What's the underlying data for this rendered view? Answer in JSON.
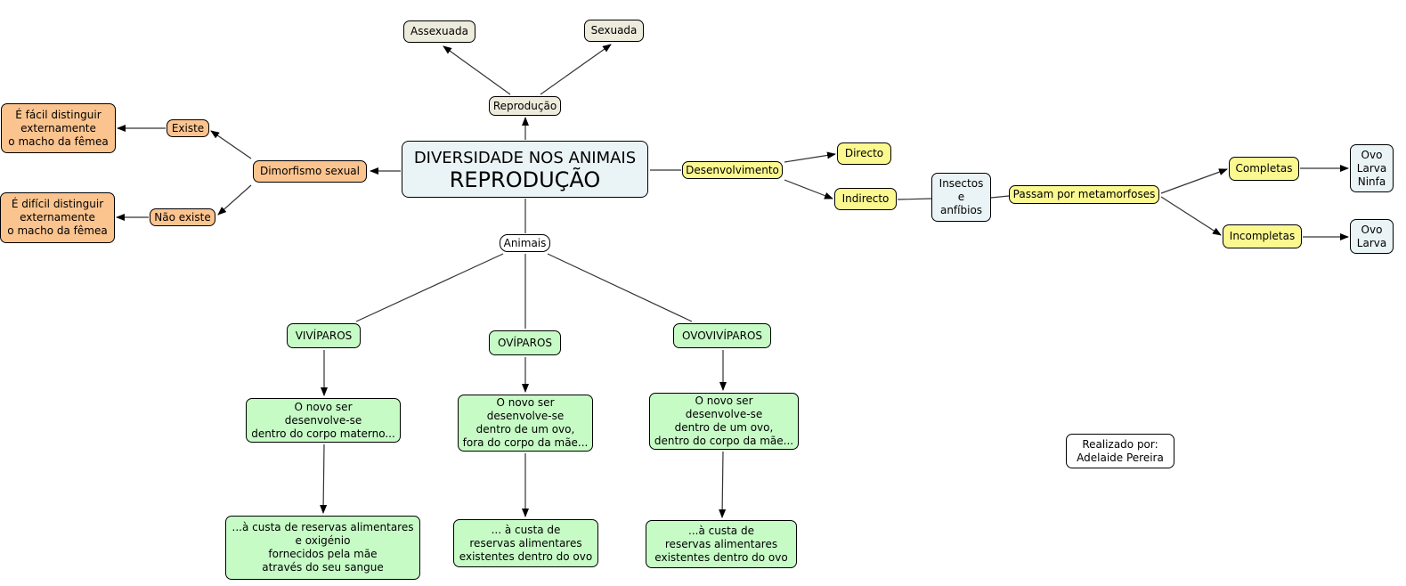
{
  "central": {
    "line1": "DIVERSIDADE NOS ANIMAIS",
    "line2": "REPRODUÇÃO"
  },
  "nodes": {
    "reproducao": "Reprodução",
    "assexuada": "Assexuada",
    "sexuada": "Sexuada",
    "dimorfismo": "Dimorfismo sexual",
    "existe": "Existe",
    "nao_existe": "Não existe",
    "facil": "É fácil distinguir\nexternamente\no macho da fêmea",
    "dificil": "É difícil distinguir\nexternamente\no macho da fêmea",
    "desenvolvimento": "Desenvolvimento",
    "directo": "Directo",
    "indirecto": "Indirecto",
    "insectos": "Insectos\ne\nanfíbios",
    "metamorfoses": "Passam por metamorfoses",
    "completas": "Completas",
    "incompletas": "Incompletas",
    "completas_fases": "Ovo\nLarva\nNinfa",
    "incompletas_fases": "Ovo\nLarva",
    "animais": "Animais",
    "viviparos": "VIVÍPAROS",
    "oviparos": "OVÍPAROS",
    "ovoviviparos": "OVOVIVÍPAROS",
    "viv_desc": "O novo ser\ndesenvolve-se\ndentro do corpo materno...",
    "ovi_desc": "O novo ser\ndesenvolve-se\ndentro de um ovo,\nfora do corpo da mãe...",
    "ovov_desc": "O novo ser\ndesenvolve-se\ndentro de um ovo,\ndentro do corpo da mãe...",
    "viv_res": "...à custa de reservas alimentares\ne oxigénio\nfornecidos pela mãe\natravés do seu sangue",
    "ovi_res": "... à custa de\nreservas alimentares\nexistentes dentro do ovo",
    "ovov_res": "...à custa de\nreservas alimentares\nexistentes dentro do ovo",
    "credit": "Realizado por:\n Adelaide Pereira"
  },
  "colors": {
    "beige": "#ecebdc",
    "orange": "#fbc48f",
    "yellow": "#fbf890",
    "green": "#c7fbc6",
    "pale_blue": "#eaf3f5",
    "line": "#333333"
  }
}
